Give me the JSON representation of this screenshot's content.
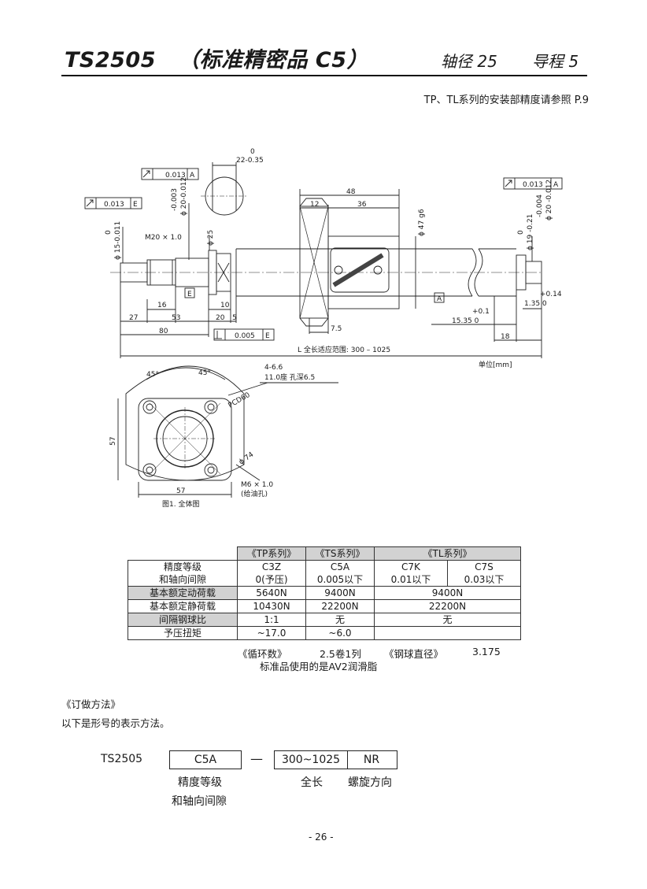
{
  "header": {
    "model": "TS2505",
    "subtitle": "（标准精密品 C5）",
    "shaft": "轴径 25",
    "lead": "导程 5",
    "reference": "TP、TL系列的安装部精度请参照 P.9"
  },
  "drawing": {
    "labels": {
      "geo1": "0.013",
      "geo1_ref": "A",
      "geo2": "0.013",
      "geo2_ref": "E",
      "geo3": "0.013",
      "geo3_ref": "A",
      "geo4": "0.005",
      "geo4_ref": "E",
      "tol_keyway_a": "0",
      "tol_keyway_b": "22-0.35",
      "tol_d20a": "-0.003",
      "tol_d20b": "ϕ 20-0.012",
      "tol_d15a": "0",
      "tol_d15b": "ϕ 15-0.011",
      "thread": "M20 × 1.0",
      "d25": "ϕ 25",
      "d47": "ϕ 47 g6",
      "tol_d19a": "0",
      "tol_d19b": "ϕ 19 -0.21",
      "tol_d20ra": "-0.004",
      "tol_d20rb": "ϕ 20 -0.012",
      "dim48": "48",
      "dim12": "12",
      "dim36": "36",
      "dim16": "16",
      "dim10": "10",
      "dim27": "27",
      "dim53": "53",
      "dim20": "20",
      "dim5": "5",
      "dim80": "80",
      "dim7_5": "7.5",
      "plus01": "+0.1",
      "dim15_35": "15.35 0",
      "plus014": "+0.14",
      "dim1_35": "1.35 0",
      "dim18": "18",
      "ref_E": "E",
      "ref_A": "A",
      "length_range": "L 全长适应范围: 300 – 1025",
      "unit": "单位[mm]",
      "ang1": "45°",
      "ang2": "45°",
      "holes": "4-6.6",
      "counterbore": "11.0座  孔深6.5",
      "pcd": "PCD60",
      "dim57v": "57",
      "dim57h": "57",
      "d74": "ϕ 74",
      "oil_thread": "M6 × 1.0",
      "oil_hole": "(给油孔)",
      "fig_caption": "图1. 全体图"
    }
  },
  "spec_table": {
    "headers": [
      "《TP系列》",
      "《TS系列》",
      "《TL系列》"
    ],
    "rows": {
      "grade_label_1": "精度等级",
      "grade_label_2": "和轴向间隙",
      "tp_grade": "C3Z",
      "tp_gap": "0(予压)",
      "ts_grade": "C5A",
      "ts_gap": "0.005以下",
      "tl_grade_1": "C7K",
      "tl_gap_1": "0.01以下",
      "tl_grade_2": "C7S",
      "tl_gap_2": "0.03以下",
      "dyn_label": "基本额定动荷载",
      "dyn_tp": "5640N",
      "dyn_ts": "9400N",
      "dyn_tl": "9400N",
      "stat_label": "基本额定静荷载",
      "stat_tp": "10430N",
      "stat_ts": "22200N",
      "stat_tl": "22200N",
      "spacer_label": "间隔钢球比",
      "spacer_tp": "1:1",
      "spacer_ts": "无",
      "spacer_tl": "无",
      "torque_label": "予压扭矩",
      "torque_tp": "~17.0",
      "torque_ts": "~6.0"
    },
    "notes": {
      "circ_label": "《循环数》",
      "circ_value": "2.5卷1列",
      "ball_label": "《钢球直径》",
      "ball_value": "3.175",
      "lube": "标准品使用的是AV2润滑脂"
    }
  },
  "ordering": {
    "title": "《订做方法》",
    "desc": "以下是形号的表示方法。",
    "model": "TS2505",
    "grade_box": "C5A",
    "dash": "—",
    "length_box": "300~1025",
    "dir_box": "NR",
    "grade_caption_1": "精度等级",
    "grade_caption_2": "和轴向间隙",
    "length_caption": "全长",
    "dir_caption": "螺旋方向"
  },
  "page_number": "- 26 -"
}
